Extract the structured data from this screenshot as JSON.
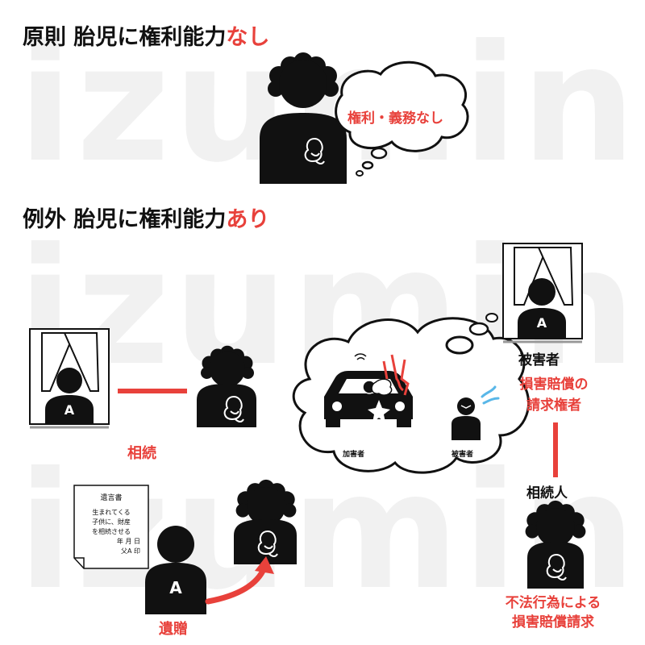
{
  "watermark": "izumin",
  "principle": {
    "label": "原則",
    "text": "胎児に権利能力",
    "emph": "なし"
  },
  "exception": {
    "label": "例外",
    "text": "胎児に権利能力",
    "emph": "あり"
  },
  "bubble_text": "権利・義務なし",
  "portrait_letter": "A",
  "inheritance_label": "相続",
  "will": {
    "title": "遺言書",
    "lines": [
      "生まれてくる",
      "子供に、財産",
      "を相続させる",
      "年 月 日",
      "父A 印"
    ]
  },
  "person_letter": "A",
  "bequest_label": "遺贈",
  "thought": {
    "perpetrator": "加害者",
    "victim": "被害者"
  },
  "victim_label": "被害者",
  "claimant_label": [
    "損害賠償の",
    "請求権者"
  ],
  "heir_label": "相続人",
  "claim_label": [
    "不法行為による",
    "損害賠償請求"
  ],
  "colors": {
    "accent": "#e8413b",
    "ink": "#111111",
    "watermark": "#f1f1f1"
  }
}
